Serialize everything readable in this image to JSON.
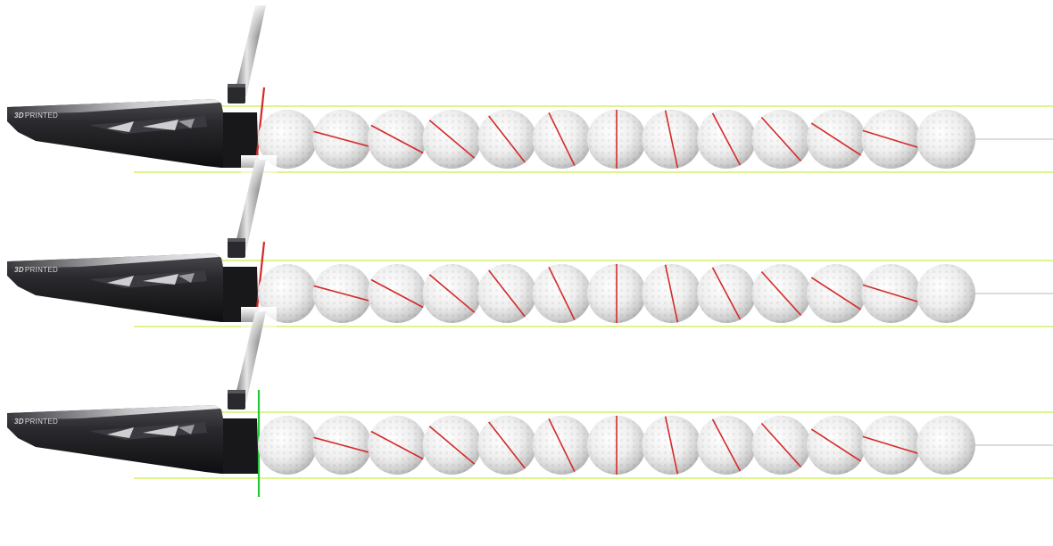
{
  "colors": {
    "guide_line": "#c6ef4a",
    "center_line": "#b9b9b9",
    "spin_line": "#d42a2a",
    "face_open": "#d42a2a",
    "face_square": "#27c93a",
    "putter_body": "#1f1f22",
    "shaft": "#9a9a9a"
  },
  "putter_label": {
    "prefix": "3D",
    "suffix": "PRINTED"
  },
  "rows": [
    {
      "putter_label": "3D PRINTED",
      "face_state": "open",
      "face_color": "#d42a2a",
      "spin_angles": [
        0,
        15,
        28,
        40,
        52,
        64,
        90,
        78,
        62,
        48,
        33,
        17,
        0
      ]
    },
    {
      "putter_label": "3D PRINTED",
      "face_state": "open",
      "face_color": "#d42a2a",
      "spin_angles": [
        0,
        15,
        28,
        40,
        52,
        64,
        90,
        78,
        62,
        48,
        33,
        17,
        0
      ]
    },
    {
      "putter_label": "3D PRINTED",
      "face_state": "square",
      "face_color": "#27c93a",
      "spin_angles": [
        0,
        15,
        28,
        40,
        52,
        64,
        90,
        78,
        62,
        48,
        33,
        17,
        0
      ]
    }
  ]
}
